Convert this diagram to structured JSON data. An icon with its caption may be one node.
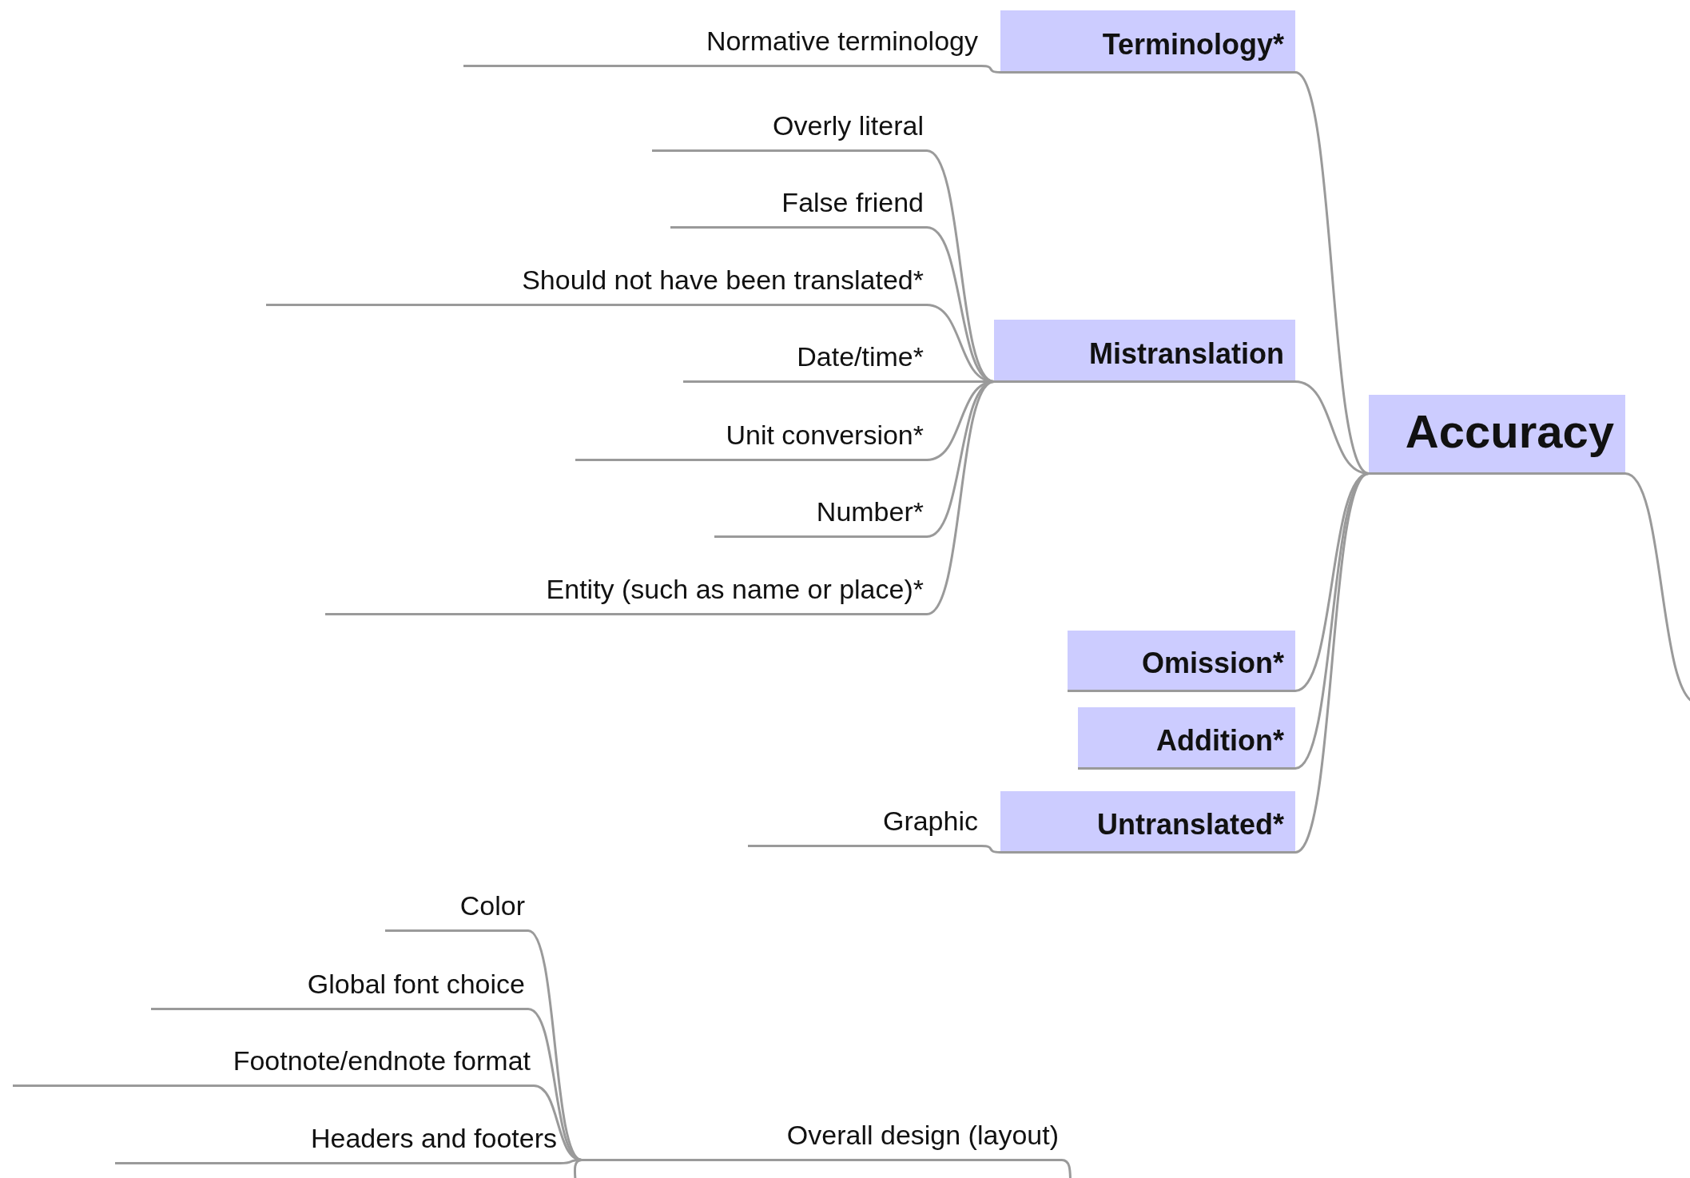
{
  "diagram": {
    "nodes": [
      {
        "text": [
          "Accuracy"
        ]
      },
      {
        "text": [
          "Terminology*"
        ]
      },
      {
        "text": [
          "Normative terminology"
        ]
      },
      {
        "text": [
          "Mistranslation"
        ]
      },
      {
        "text": [
          "Overly literal"
        ]
      },
      {
        "text": [
          "False friend"
        ]
      },
      {
        "text": [
          "Should not have been translated*"
        ]
      },
      {
        "text": [
          "Date/time*"
        ]
      },
      {
        "text": [
          "Unit conversion*"
        ]
      },
      {
        "text": [
          "Number*"
        ]
      },
      {
        "text": [
          "Entity (such as name or place)*"
        ]
      },
      {
        "text": [
          "Omission*"
        ]
      },
      {
        "text": [
          "Addition*"
        ]
      },
      {
        "text": [
          "Untranslated*"
        ]
      },
      {
        "text": [
          "Graphic"
        ]
      },
      {
        "text": [
          "Overall design (layout)"
        ]
      },
      {
        "text": [
          "Color"
        ]
      },
      {
        "text": [
          "Global font choice"
        ]
      },
      {
        "text": [
          "Footnote/endnote format"
        ]
      },
      {
        "text": [
          "Headers and footers"
        ]
      }
    ],
    "edges": [
      {
        "from": 0,
        "to": 1,
        "arrow": "none"
      },
      {
        "from": 1,
        "to": 2,
        "arrow": "none"
      },
      {
        "from": 0,
        "to": 3,
        "arrow": "none"
      },
      {
        "from": 3,
        "to": 4,
        "arrow": "none"
      },
      {
        "from": 3,
        "to": 5,
        "arrow": "none"
      },
      {
        "from": 3,
        "to": 6,
        "arrow": "none"
      },
      {
        "from": 3,
        "to": 7,
        "arrow": "none"
      },
      {
        "from": 3,
        "to": 8,
        "arrow": "none"
      },
      {
        "from": 3,
        "to": 9,
        "arrow": "none"
      },
      {
        "from": 3,
        "to": 10,
        "arrow": "none"
      },
      {
        "from": 0,
        "to": 11,
        "arrow": "none"
      },
      {
        "from": 0,
        "to": 12,
        "arrow": "none"
      },
      {
        "from": 0,
        "to": 13,
        "arrow": "none"
      },
      {
        "from": 13,
        "to": 14,
        "arrow": "none"
      },
      {
        "from": 15,
        "to": 16,
        "arrow": "none"
      },
      {
        "from": 15,
        "to": 17,
        "arrow": "none"
      },
      {
        "from": 15,
        "to": 18,
        "arrow": "none"
      },
      {
        "from": 15,
        "to": 19,
        "arrow": "none"
      },
      {
        "from": null,
        "to": 0,
        "arrow": "none"
      },
      {
        "from": null,
        "to": 15,
        "arrow": "none"
      },
      {
        "from": 15,
        "to": null,
        "arrow": "none"
      }
    ]
  }
}
